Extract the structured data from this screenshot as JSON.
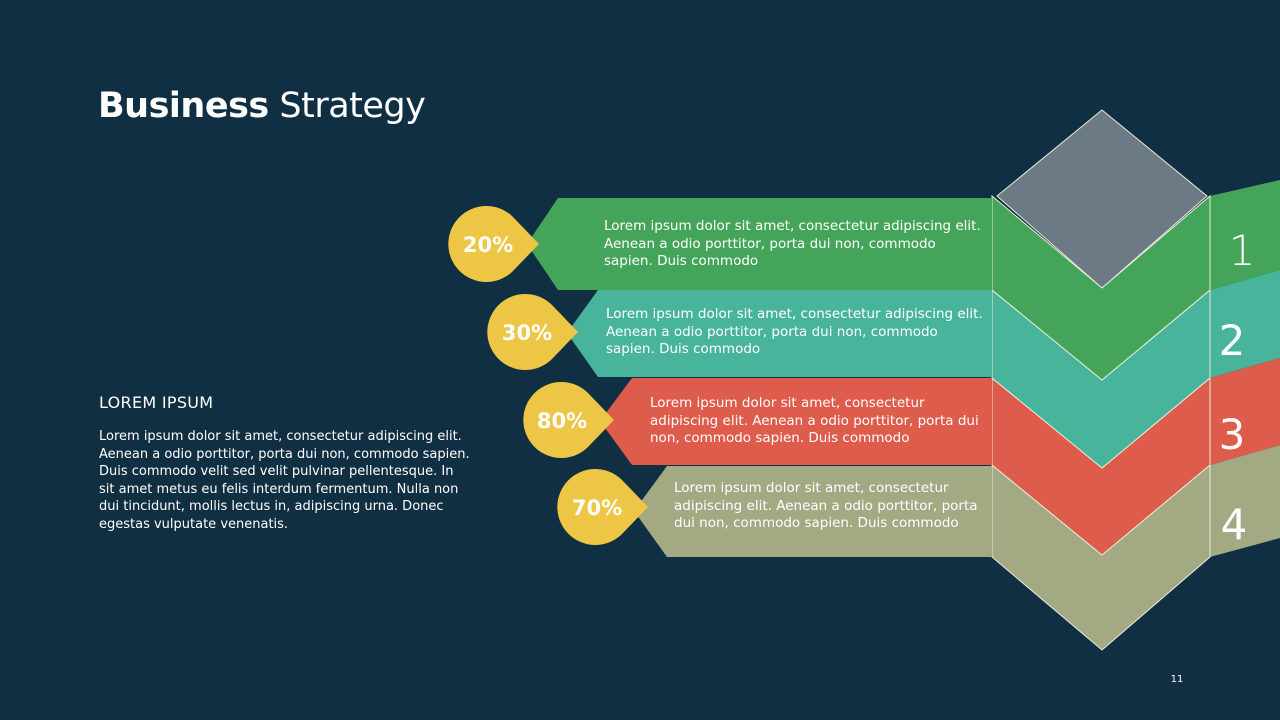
{
  "title": {
    "bold": "Business",
    "rest": " Strategy"
  },
  "side": {
    "heading": "LOREM IPSUM",
    "body": "Lorem ipsum dolor sit amet, consectetur adipiscing elit. Aenean a odio porttitor, porta dui non, commodo sapien. Duis commodo velit sed velit pulvinar pellentesque. In sit amet metus eu felis interdum fermentum. Nulla non dui tincidunt, mollis lectus in, adipiscing urna. Donec egestas vulputate venenatis."
  },
  "colors": {
    "background": "#112f42",
    "badge": "#ecc644",
    "top_diamond": "#6b7a84",
    "step_1": "#44a55a",
    "step_2": "#48b49c",
    "step_3": "#de5c4b",
    "step_4": "#a3a982"
  },
  "steps": [
    {
      "number": "1",
      "percent": "20%",
      "lines": [
        "Lorem ipsum dolor sit amet, consectetur adipiscing elit.",
        "Aenean a odio porttitor, porta dui non, commodo",
        "sapien. Duis commodo"
      ]
    },
    {
      "number": "2",
      "percent": "30%",
      "lines": [
        "Lorem ipsum dolor sit amet, consectetur adipiscing elit.",
        "Aenean a odio porttitor, porta dui non, commodo",
        "sapien. Duis commodo"
      ]
    },
    {
      "number": "3",
      "percent": "80%",
      "lines": [
        "Lorem ipsum dolor sit amet, consectetur",
        "adipiscing elit. Aenean a odio porttitor, porta dui",
        "non, commodo sapien. Duis commodo"
      ]
    },
    {
      "number": "4",
      "percent": "70%",
      "lines": [
        "Lorem ipsum dolor sit amet, consectetur",
        "adipiscing elit. Aenean a odio porttitor, porta",
        "dui non, commodo sapien. Duis commodo"
      ]
    }
  ],
  "page_number": "11"
}
